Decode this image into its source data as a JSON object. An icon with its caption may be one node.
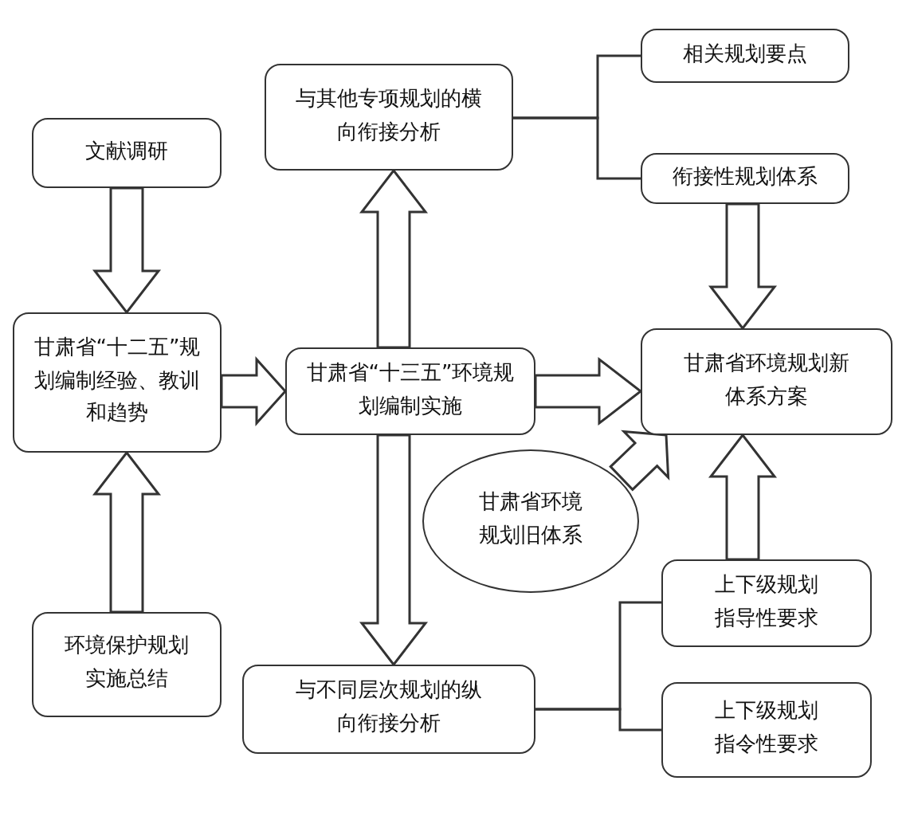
{
  "diagram": {
    "nodes": [
      {
        "text": [
          "文献调研"
        ]
      },
      {
        "text": [
          "甘肃省“十二五”规划编制经验、教训和趋势"
        ]
      },
      {
        "text": [
          "环境保护规划实施总结"
        ]
      },
      {
        "text": [
          "与其他专项规划的横向衔接分析"
        ]
      },
      {
        "text": [
          "甘肃省“十三五”环境规划编制实施"
        ]
      },
      {
        "text": [
          "与不同层次规划的纵向衔接分析"
        ]
      },
      {
        "text": [
          "相关规划要点"
        ]
      },
      {
        "text": [
          "衔接性规划体系"
        ]
      },
      {
        "text": [
          "甘肃省环境规划新体系方案"
        ]
      },
      {
        "text": [
          "甘肃省环境规划旧体系"
        ]
      },
      {
        "text": [
          "上下级规划指导性要求"
        ]
      },
      {
        "text": [
          "上下级规划指令性要求"
        ]
      }
    ],
    "edges": [
      {
        "from": 0,
        "to": 1,
        "arrow": "to"
      },
      {
        "from": 2,
        "to": 1,
        "arrow": "to"
      },
      {
        "from": 1,
        "to": 4,
        "arrow": "to"
      },
      {
        "from": 4,
        "to": 3,
        "arrow": "to"
      },
      {
        "from": 4,
        "to": 5,
        "arrow": "to"
      },
      {
        "from": 4,
        "to": 8,
        "arrow": "to"
      },
      {
        "from": 3,
        "to": 6,
        "arrow": "none"
      },
      {
        "from": 3,
        "to": 7,
        "arrow": "none"
      },
      {
        "from": 7,
        "to": 8,
        "arrow": "to"
      },
      {
        "from": 9,
        "to": 8,
        "arrow": "to"
      },
      {
        "from": 10,
        "to": 8,
        "arrow": "to"
      },
      {
        "from": 5,
        "to": 10,
        "arrow": "none"
      },
      {
        "from": 5,
        "to": 11,
        "arrow": "none"
      }
    ]
  }
}
